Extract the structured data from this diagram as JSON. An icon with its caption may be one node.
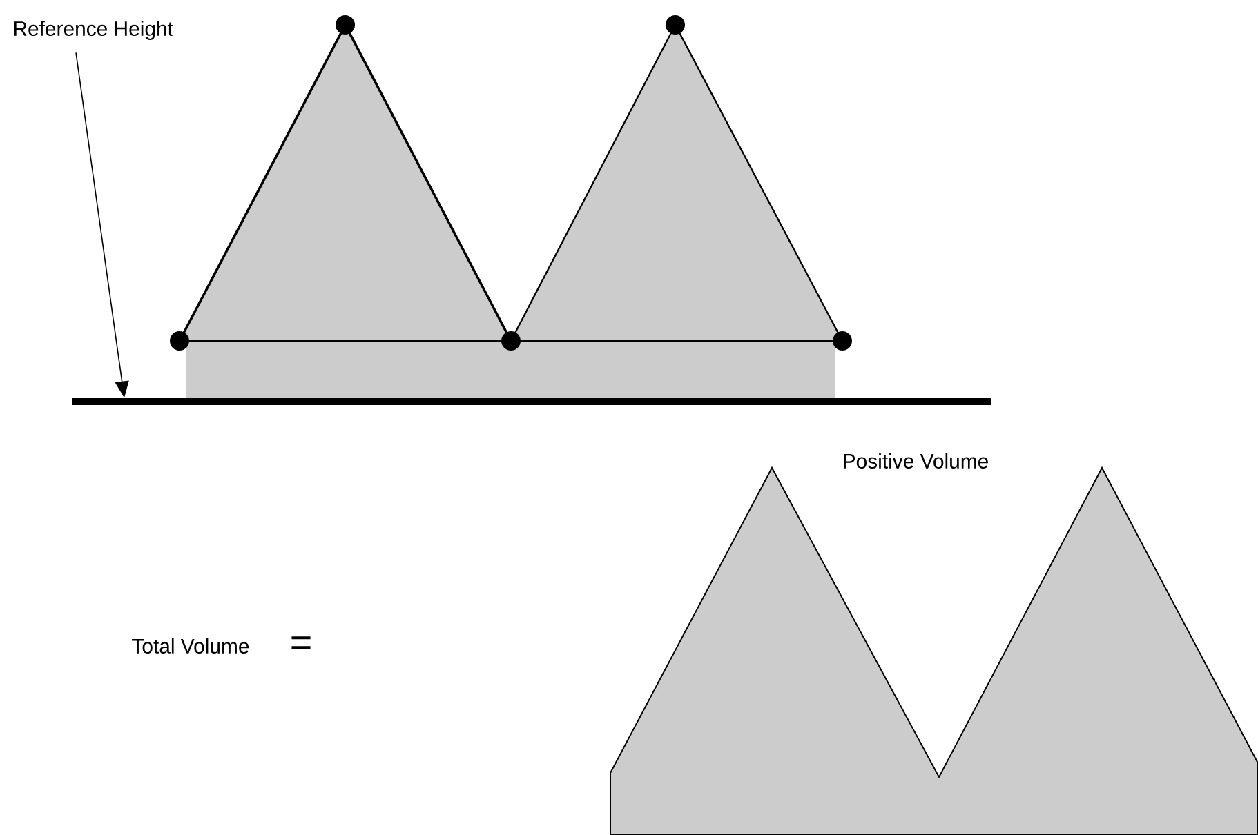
{
  "diagram": {
    "nodes": [
      {
        "text": [
          "Reference Height"
        ]
      },
      {
        "text": [],
        "shape": "bar"
      }
    ],
    "edges": [
      {
        "from": 0,
        "to": 1,
        "arrow": "to"
      }
    ],
    "labels": [
      "Positive Volume",
      "Total Volume",
      "="
    ]
  }
}
